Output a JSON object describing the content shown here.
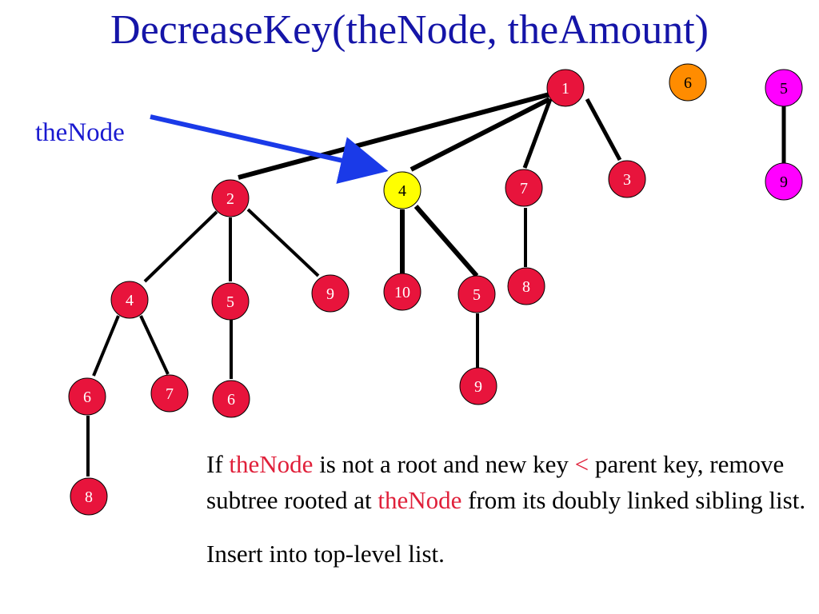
{
  "title": "DecreaseKey(theNode, theAmount)",
  "pointer_label": "theNode",
  "colors": {
    "title": "#1515a8",
    "pointer": "#1a3ae8",
    "node_red": "#e8143c",
    "node_selected": "#ffff00",
    "node_orange": "#ff8c00",
    "node_magenta": "#ff00ff",
    "highlight_text": "#e0203a"
  },
  "nodes": [
    {
      "id": "root1",
      "key": "1",
      "color": "red"
    },
    {
      "id": "root6",
      "key": "6",
      "color": "orange"
    },
    {
      "id": "root5",
      "key": "5",
      "color": "magenta"
    },
    {
      "id": "n9m",
      "key": "9",
      "color": "magenta"
    },
    {
      "id": "n2",
      "key": "2",
      "color": "red"
    },
    {
      "id": "n4sel",
      "key": "4",
      "color": "selected"
    },
    {
      "id": "n7",
      "key": "7",
      "color": "red"
    },
    {
      "id": "n3",
      "key": "3",
      "color": "red"
    },
    {
      "id": "n4a",
      "key": "4",
      "color": "red"
    },
    {
      "id": "n5a",
      "key": "5",
      "color": "red"
    },
    {
      "id": "n9a",
      "key": "9",
      "color": "red"
    },
    {
      "id": "n10",
      "key": "10",
      "color": "red"
    },
    {
      "id": "n5b",
      "key": "5",
      "color": "red"
    },
    {
      "id": "n8a",
      "key": "8",
      "color": "red"
    },
    {
      "id": "n6a",
      "key": "6",
      "color": "red"
    },
    {
      "id": "n7a",
      "key": "7",
      "color": "red"
    },
    {
      "id": "n6b",
      "key": "6",
      "color": "red"
    },
    {
      "id": "n9b",
      "key": "9",
      "color": "red"
    },
    {
      "id": "n8b",
      "key": "8",
      "color": "red"
    }
  ],
  "edges": [
    {
      "from": "root1",
      "to": "n2"
    },
    {
      "from": "root1",
      "to": "n4sel"
    },
    {
      "from": "root1",
      "to": "n7"
    },
    {
      "from": "root1",
      "to": "n3"
    },
    {
      "from": "root5",
      "to": "n9m"
    },
    {
      "from": "n2",
      "to": "n4a"
    },
    {
      "from": "n2",
      "to": "n5a"
    },
    {
      "from": "n2",
      "to": "n9a"
    },
    {
      "from": "n4sel",
      "to": "n10"
    },
    {
      "from": "n4sel",
      "to": "n5b"
    },
    {
      "from": "n7",
      "to": "n8a"
    },
    {
      "from": "n4a",
      "to": "n6a"
    },
    {
      "from": "n4a",
      "to": "n7a"
    },
    {
      "from": "n5a",
      "to": "n6b"
    },
    {
      "from": "n5b",
      "to": "n9b"
    },
    {
      "from": "n6a",
      "to": "n8b"
    }
  ],
  "paragraphs": [
    [
      {
        "text": "If ",
        "hl": false
      },
      {
        "text": "theNode",
        "hl": true
      },
      {
        "text": " is not a root and new key ",
        "hl": false
      },
      {
        "text": "<",
        "hl": true
      },
      {
        "text": " parent key, remove subtree rooted at ",
        "hl": false
      },
      {
        "text": "theNode",
        "hl": true
      },
      {
        "text": " from its doubly linked sibling list.",
        "hl": false
      }
    ],
    [
      {
        "text": "Insert into top-level list.",
        "hl": false
      }
    ]
  ]
}
